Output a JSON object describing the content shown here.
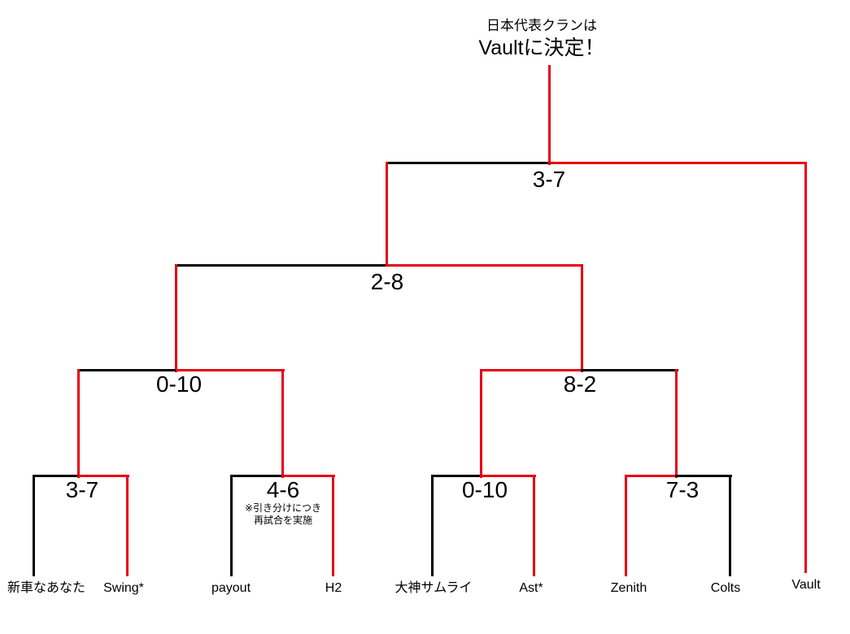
{
  "colors": {
    "winner_path": "#e60012",
    "line": "#000000",
    "text": "#000000",
    "background": "#ffffff"
  },
  "title": {
    "line1": "日本代表クランは",
    "line2": "Vaultに決定！"
  },
  "champion": "Vault",
  "bracket": {
    "round1": [
      {
        "left": "新車なあなた",
        "right": "Swing*",
        "score": "3-7",
        "winner": "Swing*"
      },
      {
        "left": "payout",
        "right": "H2",
        "score": "4-6",
        "winner": "H2",
        "note": [
          "※引き分けにつき",
          "再試合を実施"
        ]
      },
      {
        "left": "大神サムライ",
        "right": "Ast*",
        "score": "0-10",
        "winner": "Ast*"
      },
      {
        "left": "Zenith",
        "right": "Colts",
        "score": "7-3",
        "winner": "Zenith"
      }
    ],
    "round2": [
      {
        "left": "Swing*",
        "right": "H2",
        "score": "0-10",
        "winner": "H2"
      },
      {
        "left": "Ast*",
        "right": "Zenith",
        "score": "8-2",
        "winner": "Ast*"
      }
    ],
    "round3": {
      "left": "H2",
      "right": "Ast*",
      "score": "2-8",
      "winner": "Ast*"
    },
    "final": {
      "left": "Ast*",
      "right": "Vault",
      "score": "3-7",
      "winner": "Vault"
    }
  }
}
